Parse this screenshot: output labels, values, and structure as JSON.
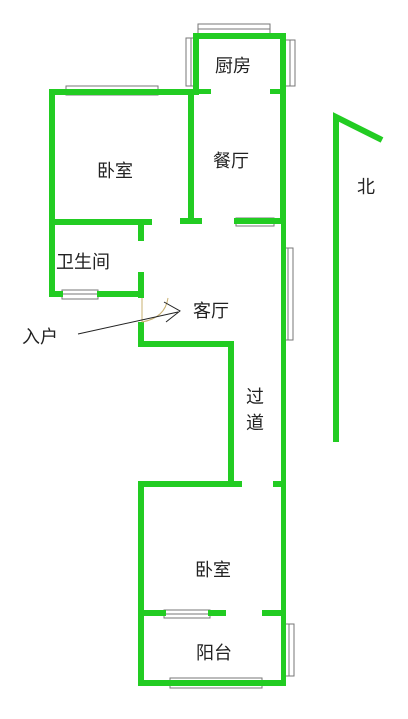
{
  "rooms": {
    "kitchen": "厨房",
    "dining": "餐厅",
    "bedroom_top": "卧室",
    "bathroom": "卫生间",
    "living": "客厅",
    "hallway": "过道",
    "entrance": "入户",
    "bedroom_bottom": "卧室",
    "balcony": "阳台"
  },
  "compass": {
    "north": "北"
  },
  "colors": {
    "wall": "#22cc22",
    "window": "#777777",
    "text": "#222222"
  }
}
